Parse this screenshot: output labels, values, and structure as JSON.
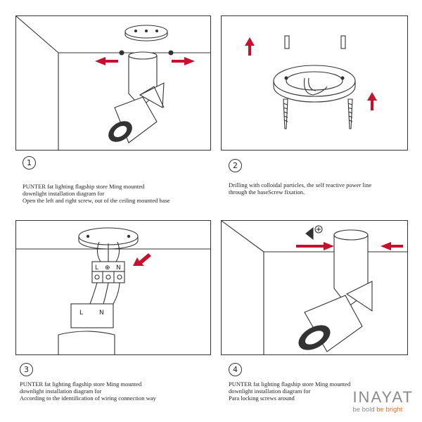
{
  "steps": [
    {
      "number": "1",
      "lines": [
        "PUNTER fat lighting flagship store Ming mounted",
        "downlight installation diagram for",
        "Open the left and right screw, out of the ceiling mounted base"
      ]
    },
    {
      "number": "2",
      "lines": [
        "Drilling with colloidal particles, the self reactive power line",
        "through the baseScrew fixation."
      ]
    },
    {
      "number": "3",
      "lines": [
        "PUNTER fat lighting flagship store Ming mounted",
        "downlight installation diagram for",
        "According to the identification of wiring connection way"
      ]
    },
    {
      "number": "4",
      "lines": [
        "PUNTER fat lighting flagship store Ming mounted",
        "downlight installation diagram for",
        "Para locking screws around"
      ]
    }
  ],
  "terminal_labels": {
    "left": "L",
    "ground": "⊕",
    "neutral": "N"
  },
  "lamp_labels": {
    "left": "L",
    "neutral": "N"
  },
  "brand": {
    "name": "INAYAT",
    "tagline_part1": "be bold ",
    "tagline_part2": "be bright"
  },
  "colors": {
    "arrow": "#c8102e",
    "line": "#333333",
    "brand_gray": "#8a8a8a",
    "brand_accent": "#e0712a"
  }
}
